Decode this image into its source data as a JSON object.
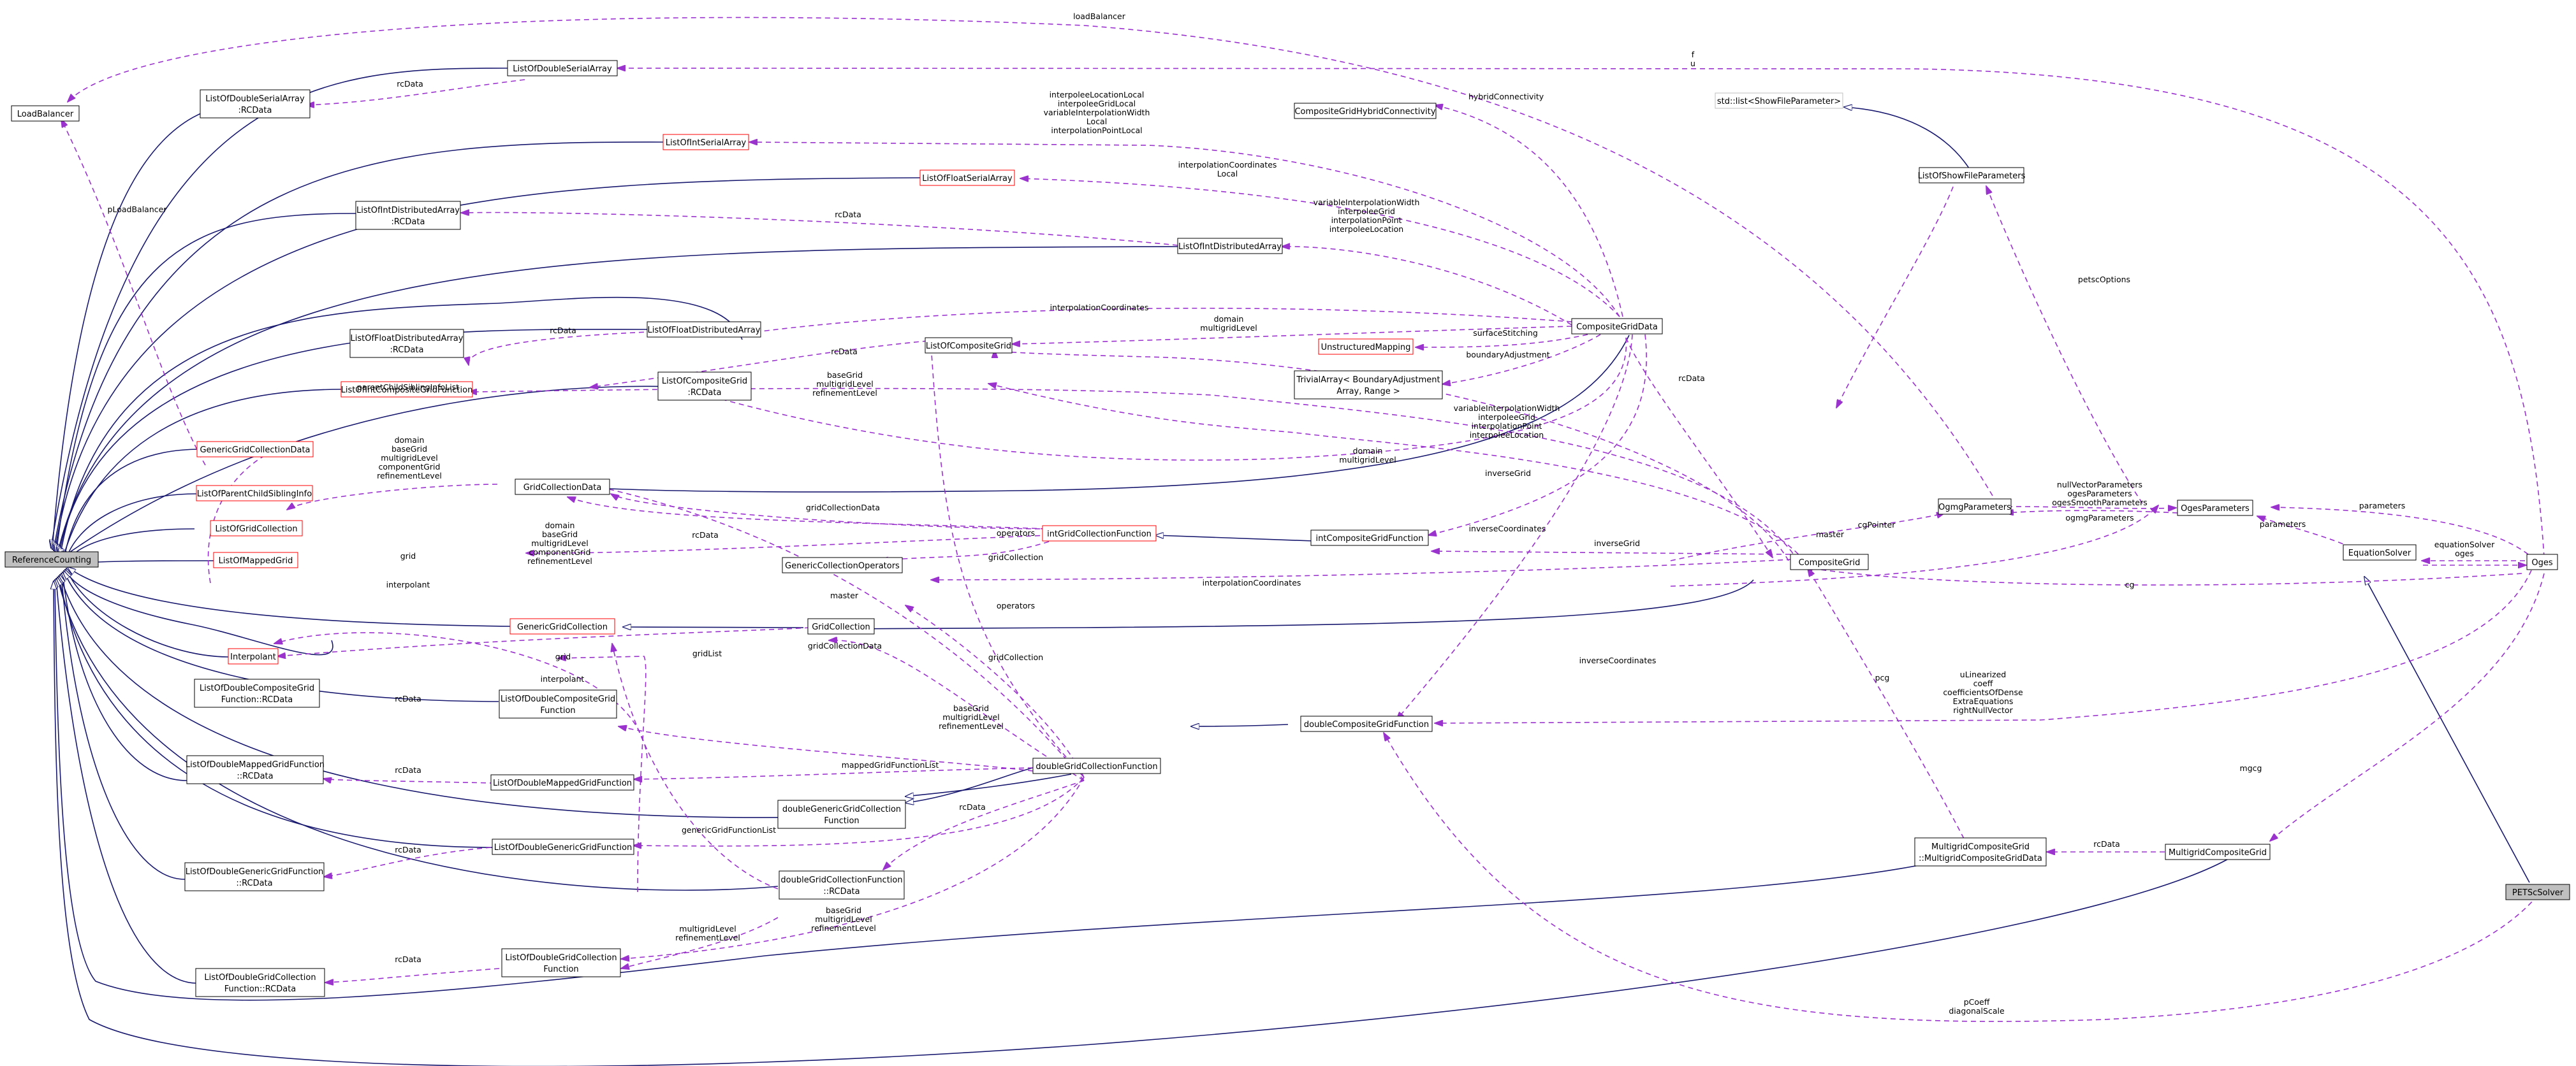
{
  "colors": {
    "inheritance": "#191970",
    "usage": "#9a32cd",
    "node_border": "#000000",
    "node_border_incomplete": "#ff0000",
    "node_border_std": "#bfbfbf",
    "node_fill_root": "#bfbfbf",
    "node_fill": "#ffffff"
  },
  "nodes": {
    "reference_counting": "ReferenceCounting",
    "load_balancer": "LoadBalancer",
    "list_double_serial": "ListOfDoubleSerialArray",
    "list_double_serial_rc": [
      "ListOfDoubleSerialArray",
      ":RCData"
    ],
    "list_int_serial": "ListOfIntSerialArray",
    "list_float_serial": "ListOfFloatSerialArray",
    "list_int_dist_rc": [
      "ListOfIntDistributedArray",
      ":RCData"
    ],
    "list_int_dist": "ListOfIntDistributedArray",
    "list_float_dist": "ListOfFloatDistributedArray",
    "list_float_dist_rc": [
      "ListOfFloatDistributedArray",
      ":RCData"
    ],
    "list_composite_grid": "ListOfCompositeGrid",
    "list_composite_grid_rc": [
      "ListOfCompositeGrid",
      ":RCData"
    ],
    "list_int_cgf": "ListOfIntCompositeGridFunction",
    "generic_gc_data": "GenericGridCollectionData",
    "list_parent_child": "ListOfParentChildSiblingInfo",
    "list_grid_collection": "ListOfGridCollection",
    "list_mapped_grid": "ListOfMappedGrid",
    "interpolant": "Interpolant",
    "list_double_cgf_rc": [
      "ListOfDoubleCompositeGrid",
      "Function::RCData"
    ],
    "list_double_mgf_rc": [
      "ListOfDoubleMappedGridFunction",
      "::RCData"
    ],
    "list_double_ggcf_rc": [
      "ListOfDoubleGenericGridFunction",
      "::RCData"
    ],
    "list_double_gcf_rc": [
      "ListOfDoubleGridCollection",
      "Function::RCData"
    ],
    "grid_collection_data": "GridCollectionData",
    "generic_grid_collection": "GenericGridCollection",
    "generic_collection_ops": "GenericCollectionOperators",
    "grid_collection": "GridCollection",
    "int_gcf": "intGridCollectionFunction",
    "list_double_cgf": [
      "ListOfDoubleCompositeGrid",
      "Function"
    ],
    "list_double_mgf": "ListOfDoubleMappedGridFunction",
    "list_double_ggf": "ListOfDoubleGenericGridFunction",
    "double_generic_gcf": [
      "doubleGenericGridCollection",
      "Function"
    ],
    "double_gcf_rc": [
      "doubleGridCollectionFunction",
      "::RCData"
    ],
    "list_double_gcf": [
      "ListOfDoubleGridCollection",
      "Function"
    ],
    "double_gcf": "doubleGridCollectionFunction",
    "cg_hybrid": "CompositeGridHybridConnectivity",
    "unstructured_mapping": "UnstructuredMapping",
    "trivial_array": [
      "TrivialArray< BoundaryAdjustment",
      "Array, Range >"
    ],
    "composite_grid_data": "CompositeGridData",
    "int_cgf": "intCompositeGridFunction",
    "composite_grid": "CompositeGrid",
    "double_cgf": "doubleCompositeGridFunction",
    "std_list": "std::list<ShowFileParameter>",
    "list_show_file": "ListOfShowFileParameters",
    "ogmg_params": "OgmgParameters",
    "oges_params": "OgesParameters",
    "equation_solver": "EquationSolver",
    "oges": "Oges",
    "mg_cg_data": [
      "MultigridCompositeGrid",
      "::MultigridCompositeGridData"
    ],
    "mg_cg": "MultigridCompositeGrid",
    "petsc_solver": "PETScSolver"
  },
  "edge_labels": {
    "loadBalancer_top": "loadBalancer",
    "f_u": [
      "f",
      "u"
    ],
    "rcData_list_double_serial": "rcData",
    "interpolee_block": [
      "interpoleeLocationLocal",
      "interpoleeGridLocal",
      "variableInterpolationWidth",
      "Local",
      "interpolationPointLocal"
    ],
    "hybrid": "hybridConnectivity",
    "interp_coords_local": [
      "interpolationCoordinates",
      "Local"
    ],
    "rcData_int_dist": "rcData",
    "pLoadBalancer": "pLoadBalancer",
    "var_width_block": [
      "variableInterpolationWidth",
      "interpoleeGrid",
      "interpolationPoint",
      "interpoleeLocation"
    ],
    "interp_coords": "interpolationCoordinates",
    "domain_multigrid": [
      "domain",
      "multigridLevel"
    ],
    "surface_stitching": "surfaceStitching",
    "rcData_float_dist": "rcData",
    "rcData_composite": "rcData",
    "boundary_adj": "boundaryAdjustment",
    "petsc_options": "petscOptions",
    "rcData_cgd": "rcData",
    "parent_child": "parentChildSiblingInfoList",
    "base_grid_block": [
      "baseGrid",
      "multigridLevel",
      "refinementLevel"
    ],
    "var_width_block2": [
      "variableInterpolationWidth",
      "interpoleeGrid",
      "interpolationPoint",
      "interpoleeLocation"
    ],
    "domain_multigrid2": [
      "domain",
      "multigridLevel"
    ],
    "domain_block": [
      "domain",
      "baseGrid",
      "multigridLevel",
      "componentGrid",
      "refinementLevel"
    ],
    "inverse_grid": "inverseGrid",
    "rcData_gcd": "rcData",
    "grid_collection_data": "gridCollectionData",
    "operators": "operators",
    "master": "master",
    "cg_pointer": "cgPointer",
    "null_vector_block": [
      "nullVectorParameters",
      "ogesParameters",
      "ogesSmoothParameters"
    ],
    "ogmg_parameters": "ogmgParameters",
    "parameters_oges": "parameters",
    "parameters_eq": "parameters",
    "equation_solver": "equationSolver",
    "oges_lbl": "oges",
    "grid_mapped": "grid",
    "domain_block2": [
      "domain",
      "baseGrid",
      "multigridLevel",
      "componentGrid",
      "refinementLevel"
    ],
    "inverse_coords": "inverseCoordinates",
    "inverse_grid2": "inverseGrid",
    "grid_collection": "gridCollection",
    "interpolant": "interpolant",
    "master_gc": "master",
    "interp_coords2": "interpolationCoordinates",
    "operators2": "operators",
    "cg": "cg",
    "grid_lbl": "grid",
    "grid_list": "gridList",
    "grid_collection_data2": "gridCollectionData",
    "rcData_cgf": "rcData",
    "interpolant2": "interpolant",
    "grid_collection2": "gridCollection",
    "inverse_coords2": "inverseCoordinates",
    "base_grid_block2": [
      "baseGrid",
      "multigridLevel",
      "refinementLevel"
    ],
    "u_linearized": [
      "uLinearized",
      "coeff",
      "coefficientsOfDense",
      "ExtraEquations",
      "rightNullVector"
    ],
    "pcg": "pcg",
    "rcData_mgf": "rcData",
    "mapped_gfl": "mappedGridFunctionList",
    "rcData_gcf": "rcData",
    "generic_gfl": "genericGridFunctionList",
    "rcData_ggf": "rcData",
    "rcData_mg": "rcData",
    "mgcg": "mgcg",
    "rcData_dgcf": "rcData",
    "multigrid_block": [
      "multigridLevel",
      "refinementLevel"
    ],
    "base_grid_block3": [
      "baseGrid",
      "multigridLevel",
      "refinementLevel"
    ],
    "pcoeff": [
      "pCoeff",
      "diagonalScale"
    ]
  }
}
